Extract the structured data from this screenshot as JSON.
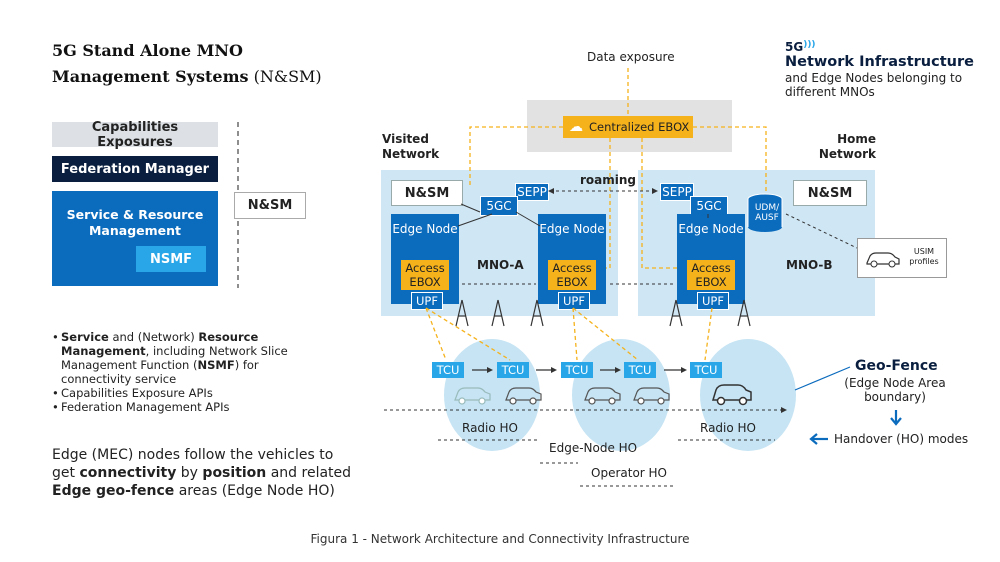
{
  "title": {
    "line1": "5G Stand Alone MNO",
    "line2": "Management Systems",
    "line3": " (N&SM)"
  },
  "left_stack": {
    "capabilities": "Capabilities Exposures",
    "federation": "Federation Manager",
    "srm": "Service & Resource Management",
    "nsmf": "NSMF",
    "nsm": "N&SM"
  },
  "bullets": [
    {
      "parts": [
        [
          "b",
          "Service"
        ],
        [
          "n",
          " and (Network) "
        ],
        [
          "b",
          "Resource Management"
        ],
        [
          "n",
          ", including Network Slice Management Function ("
        ],
        [
          "b",
          "NSMF"
        ],
        [
          "n",
          ") for connectivity service"
        ]
      ]
    },
    {
      "parts": [
        [
          "n",
          "Capabilities Exposure APIs"
        ]
      ]
    },
    {
      "parts": [
        [
          "n",
          "Federation Management APIs"
        ]
      ]
    }
  ],
  "edge_text": {
    "parts": [
      [
        "n",
        "Edge (MEC) nodes follow the vehicles to get "
      ],
      [
        "b",
        "connectivity"
      ],
      [
        "n",
        " by "
      ],
      [
        "b",
        "position"
      ],
      [
        "n",
        " and related "
      ],
      [
        "b",
        "Edge geo-fence"
      ],
      [
        "n",
        " areas (Edge Node HO)"
      ]
    ]
  },
  "caption": "Figura 1 - Network Architecture and Connectivity Infrastructure",
  "diagram": {
    "data_exposure": "Data exposure",
    "centralized_ebox": "Centralized EBOX",
    "visited_network": "Visited Network",
    "home_network": "Home Network",
    "roaming": "roaming",
    "nsm_visited": "N&SM",
    "nsm_home": "N&SM",
    "sepp_a": "SEPP",
    "sepp_b": "SEPP",
    "fivegc_a": "5GC",
    "fivegc_b": "5GC",
    "udm": "UDM/ AUSF",
    "edge_node": "Edge Node",
    "access_ebox": "Access EBOX",
    "upf": "UPF",
    "mno_a": "MNO-A",
    "mno_b": "MNO-B",
    "tcu": "TCU",
    "usim": "USIM profiles",
    "radio_ho": "Radio HO",
    "edge_node_ho": "Edge-Node HO",
    "operator_ho": "Operator HO",
    "geo_fence": "Geo-Fence",
    "geo_fence_sub": "(Edge Node Area boundary)",
    "handover_modes": "Handover (HO) modes"
  },
  "network_infra": {
    "badge": "5G",
    "title": "Network Infrastructure",
    "subtitle": "and Edge Nodes belonging to different MNOs"
  },
  "colors": {
    "dark_blue": "#0b6bbd",
    "navy": "#0a1f3f",
    "light_blue": "#29a6e8",
    "region": "#cfe6f4",
    "amber": "#f5b21b"
  }
}
